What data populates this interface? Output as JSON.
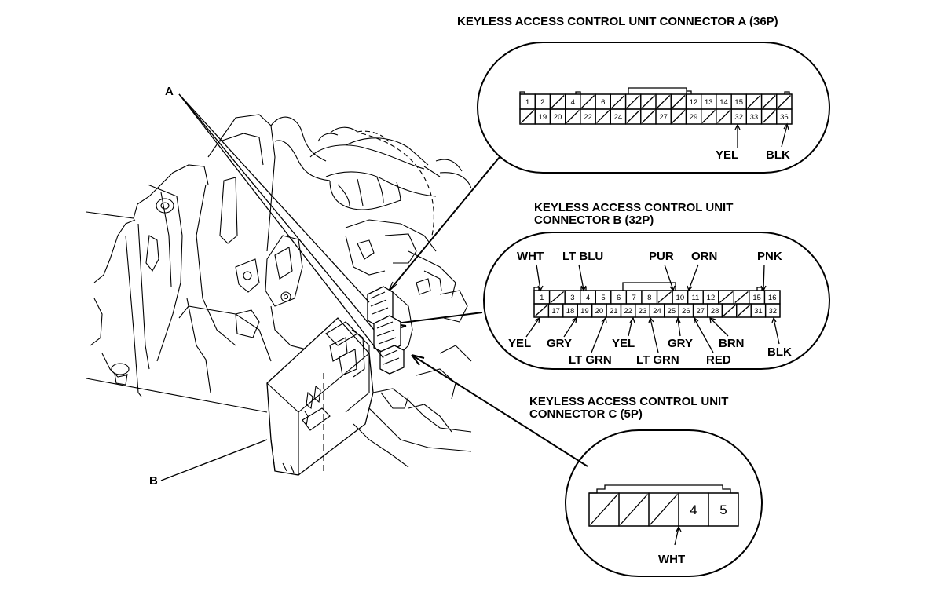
{
  "connector_a": {
    "title": "KEYLESS ACCESS CONTROL UNIT CONNECTOR A (36P)",
    "top_row": [
      "1",
      "2",
      "",
      "4",
      "",
      "6",
      "",
      "",
      "",
      "",
      "",
      "12",
      "13",
      "14",
      "15",
      "",
      "",
      ""
    ],
    "bottom_row": [
      "",
      "19",
      "20",
      "",
      "22",
      "",
      "24",
      "",
      "",
      "27",
      "",
      "29",
      "",
      "",
      "32",
      "33",
      "",
      "36"
    ],
    "wires": [
      "YEL",
      "BLK"
    ]
  },
  "connector_b": {
    "title_line1": "KEYLESS ACCESS CONTROL UNIT",
    "title_line2": "CONNECTOR B (32P)",
    "top_row": [
      "1",
      "",
      "3",
      "4",
      "5",
      "6",
      "7",
      "8",
      "",
      "10",
      "11",
      "12",
      "",
      "",
      "15",
      "16"
    ],
    "bottom_row": [
      "",
      "17",
      "18",
      "19",
      "20",
      "21",
      "22",
      "23",
      "24",
      "25",
      "26",
      "27",
      "28",
      "",
      "",
      "31",
      "32"
    ],
    "top_wires": [
      "WHT",
      "LT BLU",
      "PUR",
      "ORN",
      "PNK"
    ],
    "bottom_wires": [
      "YEL",
      "GRY",
      "LT GRN",
      "YEL",
      "LT GRN",
      "GRY",
      "RED",
      "BRN",
      "BLK"
    ]
  },
  "connector_c": {
    "title_line1": "KEYLESS ACCESS CONTROL UNIT",
    "title_line2": "CONNECTOR C (5P)",
    "pins": [
      "",
      "",
      "",
      "4",
      "5"
    ],
    "wires": [
      "WHT"
    ]
  },
  "callouts": {
    "a": "A",
    "b": "B"
  }
}
